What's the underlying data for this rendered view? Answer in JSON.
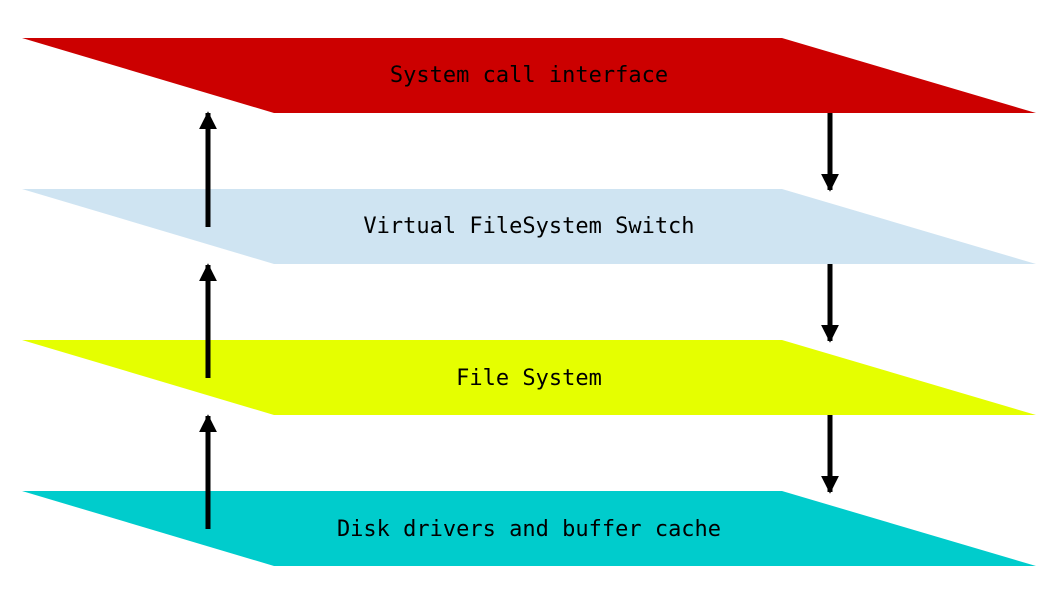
{
  "layers": [
    {
      "label": "System call interface",
      "color": "#cc0000"
    },
    {
      "label": "Virtual FileSystem Switch",
      "color": "#cfe4f2"
    },
    {
      "label": "File System",
      "color": "#e5ff00"
    },
    {
      "label": "Disk drivers and buffer cache",
      "color": "#00cccc"
    }
  ],
  "arrows": {
    "color": "#000000",
    "up_side": "left",
    "down_side": "right"
  }
}
